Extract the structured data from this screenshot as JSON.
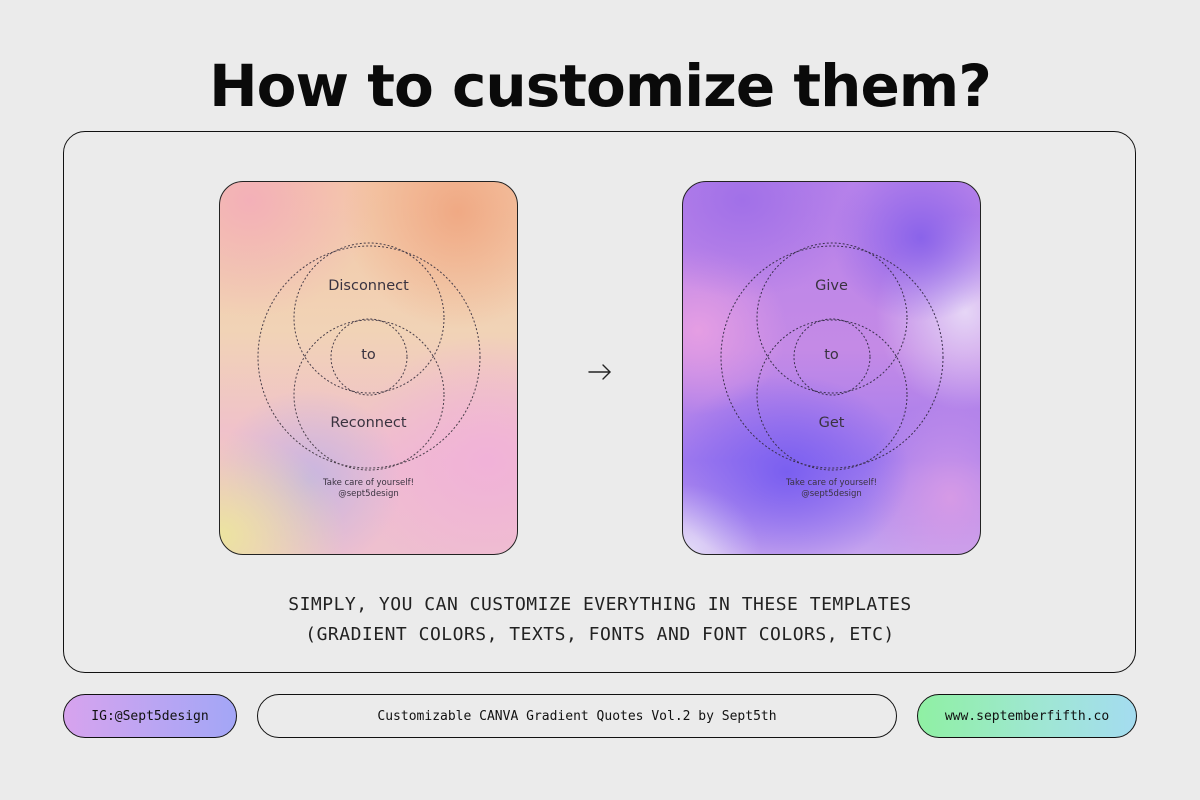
{
  "heading": "How to customize them?",
  "cards": [
    {
      "top_word": "Disconnect",
      "middle_word": "to",
      "bottom_word": "Reconnect",
      "footer_line1": "Take care of yourself!",
      "footer_line2": "@sept5design"
    },
    {
      "top_word": "Give",
      "middle_word": "to",
      "bottom_word": "Get",
      "footer_line1": "Take care of yourself!",
      "footer_line2": "@sept5design"
    }
  ],
  "arrow_icon": "arrow-right-icon",
  "description": {
    "line1": "SIMPLY, YOU CAN CUSTOMIZE EVERYTHING IN THESE TEMPLATES",
    "line2": "(GRADIENT COLORS, TEXTS, FONTS AND FONT COLORS, ETC)"
  },
  "footer": {
    "instagram": "IG:@Sept5design",
    "product": "Customizable CANVA Gradient Quotes Vol.2 by Sept5th",
    "website": "www.septemberfifth.co"
  },
  "colors": {
    "background": "#ebebeb",
    "ig_pill_gradient": [
      "#d7a3ee",
      "#a3a6f6"
    ],
    "web_pill_gradient": [
      "#8ff0a3",
      "#a4dcf0"
    ]
  }
}
